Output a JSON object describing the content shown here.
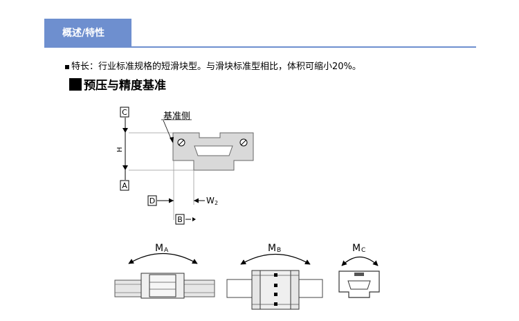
{
  "tab": {
    "label": "概述/特性"
  },
  "feature": {
    "text": "特长：行业标准规格的短滑块型。与滑块标准型相比，体积可缩小20%。"
  },
  "section": {
    "title": "预压与精度基准"
  },
  "diagram": {
    "labels": {
      "c": "C",
      "a": "A",
      "d": "D",
      "b": "B",
      "h": "H",
      "w": "W",
      "w_sub": "2",
      "reference_side": "基准侧"
    }
  },
  "moments": {
    "ma": {
      "main": "M",
      "sub": "A"
    },
    "mb": {
      "main": "M",
      "sub": "B"
    },
    "mc": {
      "main": "M",
      "sub": "C"
    }
  }
}
